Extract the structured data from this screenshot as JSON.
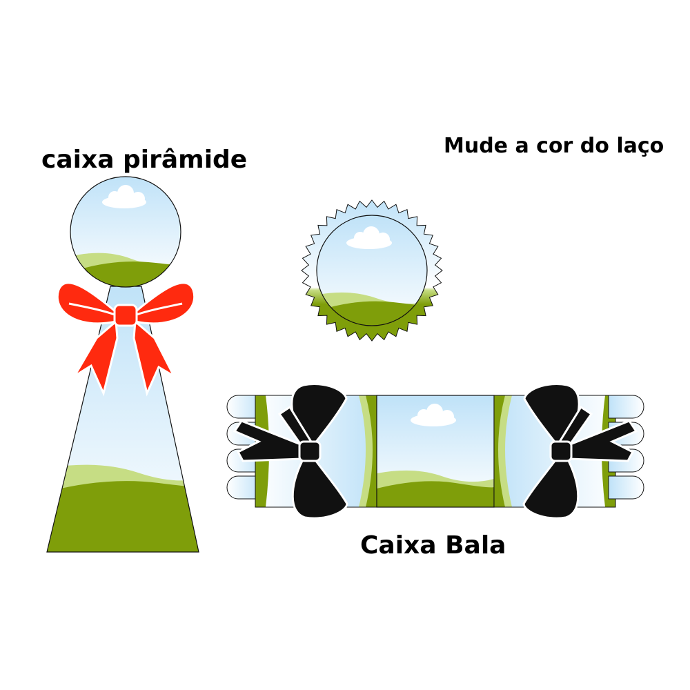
{
  "labels": {
    "pyramid_box": "caixa pirâmide",
    "change_bow_color": "Mude a cor do laço",
    "candy_box": "Caixa Bala"
  },
  "colors": {
    "pyramid_bow": "#ff2a0f",
    "candy_bows": "#111111",
    "sky_top": "#bfe2f8",
    "sky_bottom": "#ffffff",
    "grass_light": "#c6dd84",
    "grass_dark": "#7f9e0a",
    "outline": "#111111"
  }
}
